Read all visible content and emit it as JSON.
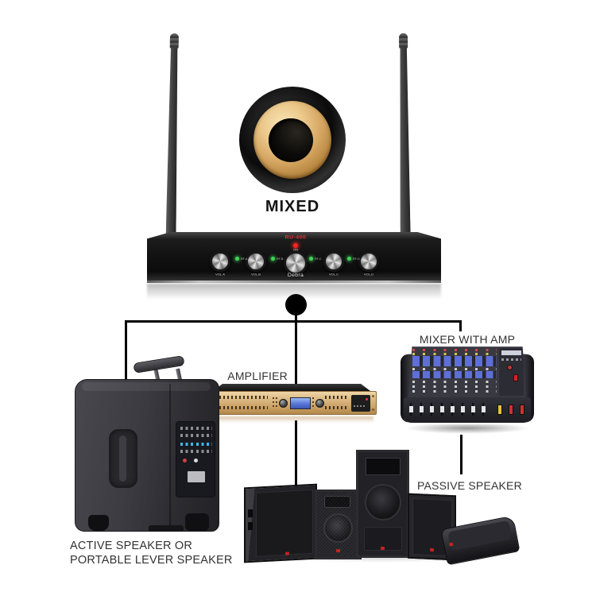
{
  "receiver": {
    "model": "RU-400",
    "power_label": "ON",
    "brand": "Debra",
    "port_label": "MIXED",
    "channels": [
      {
        "vol": "VOL.A",
        "rf": "RF-A"
      },
      {
        "vol": "VOL.B",
        "rf": "RF-B"
      },
      {
        "vol": "VOL.C",
        "rf": "RF-C"
      },
      {
        "vol": "VOL.D",
        "rf": "RF-D"
      }
    ]
  },
  "connections": {
    "amplifier_label": "AMPLIFIER",
    "mixer_label": "MIXER WITH AMP",
    "passive_speaker_label": "PASSIVE SPEAKER",
    "active_speaker_label_line1": "ACTIVE SPEAKER OR",
    "active_speaker_label_line2": "PORTABLE LEVER SPEAKER"
  },
  "colors": {
    "background": "#ffffff",
    "connector_line": "#000000",
    "label_text": "#333333",
    "port_gold": "#d2a463",
    "amplifier_gold": "#d8b583",
    "lcd_blue": "#5877d6",
    "led_green": "#3fd456",
    "led_red": "#ff2222",
    "model_text_red": "#e03434",
    "mixer_channel_blue": "#5e6fd6"
  }
}
